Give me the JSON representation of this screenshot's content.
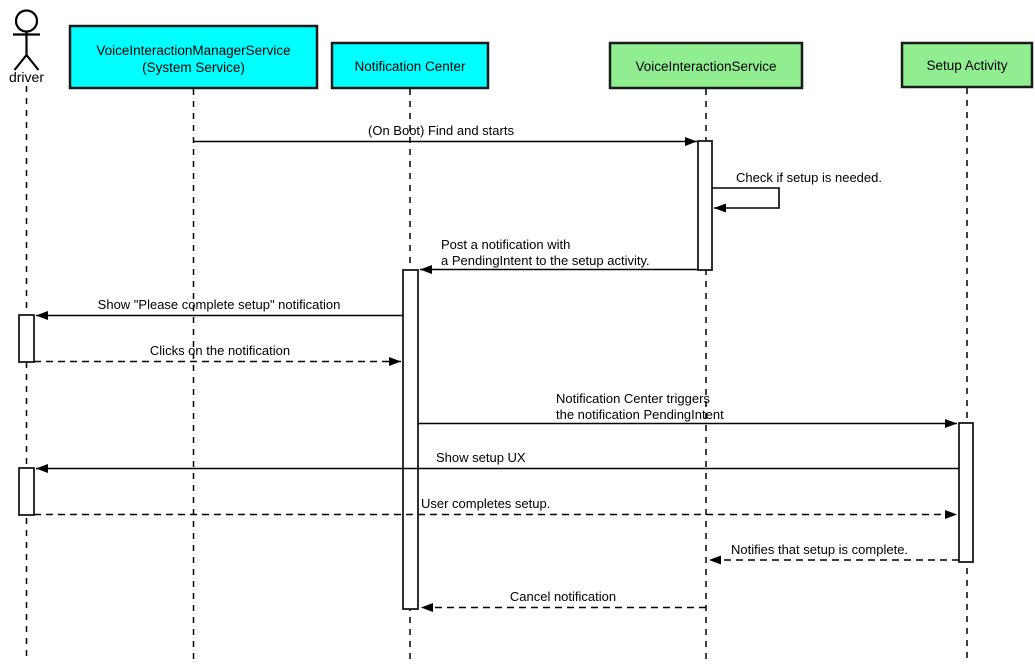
{
  "diagram": {
    "actor": {
      "name": "driver"
    },
    "colors": {
      "participant_cyan": "#00FFFF",
      "participant_green": "#90EE90",
      "line": "#000000",
      "background": "#FFFFFF"
    },
    "participants": [
      {
        "id": "vims",
        "label_lines": [
          "VoiceInteractionManagerService",
          "(System Service)"
        ],
        "color": "cyan"
      },
      {
        "id": "notification-center",
        "label_lines": [
          "Notification Center"
        ],
        "color": "cyan"
      },
      {
        "id": "vis",
        "label_lines": [
          "VoiceInteractionService"
        ],
        "color": "green"
      },
      {
        "id": "setup-activity",
        "label_lines": [
          "Setup Activity"
        ],
        "color": "green"
      }
    ],
    "messages": [
      {
        "from": "vims",
        "to": "vis",
        "style": "solid",
        "label_lines": [
          "(On Boot) Find and starts"
        ]
      },
      {
        "from": "vis",
        "to": "vis",
        "style": "solid-self",
        "label_lines": [
          "Check if setup is needed."
        ]
      },
      {
        "from": "vis",
        "to": "notification-center",
        "style": "solid",
        "label_lines": [
          "Post a notification with",
          "a PendingIntent to the setup activity."
        ]
      },
      {
        "from": "notification-center",
        "to": "driver",
        "style": "solid",
        "label_lines": [
          "Show \"Please complete setup\" notification"
        ]
      },
      {
        "from": "driver",
        "to": "notification-center",
        "style": "dashed",
        "label_lines": [
          "Clicks on the notification"
        ]
      },
      {
        "from": "notification-center",
        "to": "setup-activity",
        "style": "solid",
        "label_lines": [
          "Notification Center triggers",
          "the notification PendingIntent"
        ]
      },
      {
        "from": "setup-activity",
        "to": "driver",
        "style": "solid",
        "label_lines": [
          "Show setup UX"
        ]
      },
      {
        "from": "driver",
        "to": "setup-activity",
        "style": "dashed",
        "label_lines": [
          "User completes setup."
        ]
      },
      {
        "from": "setup-activity",
        "to": "vis",
        "style": "dashed",
        "label_lines": [
          "Notifies that setup is complete."
        ]
      },
      {
        "from": "vis",
        "to": "notification-center",
        "style": "dashed",
        "label_lines": [
          "Cancel notification"
        ]
      }
    ]
  }
}
